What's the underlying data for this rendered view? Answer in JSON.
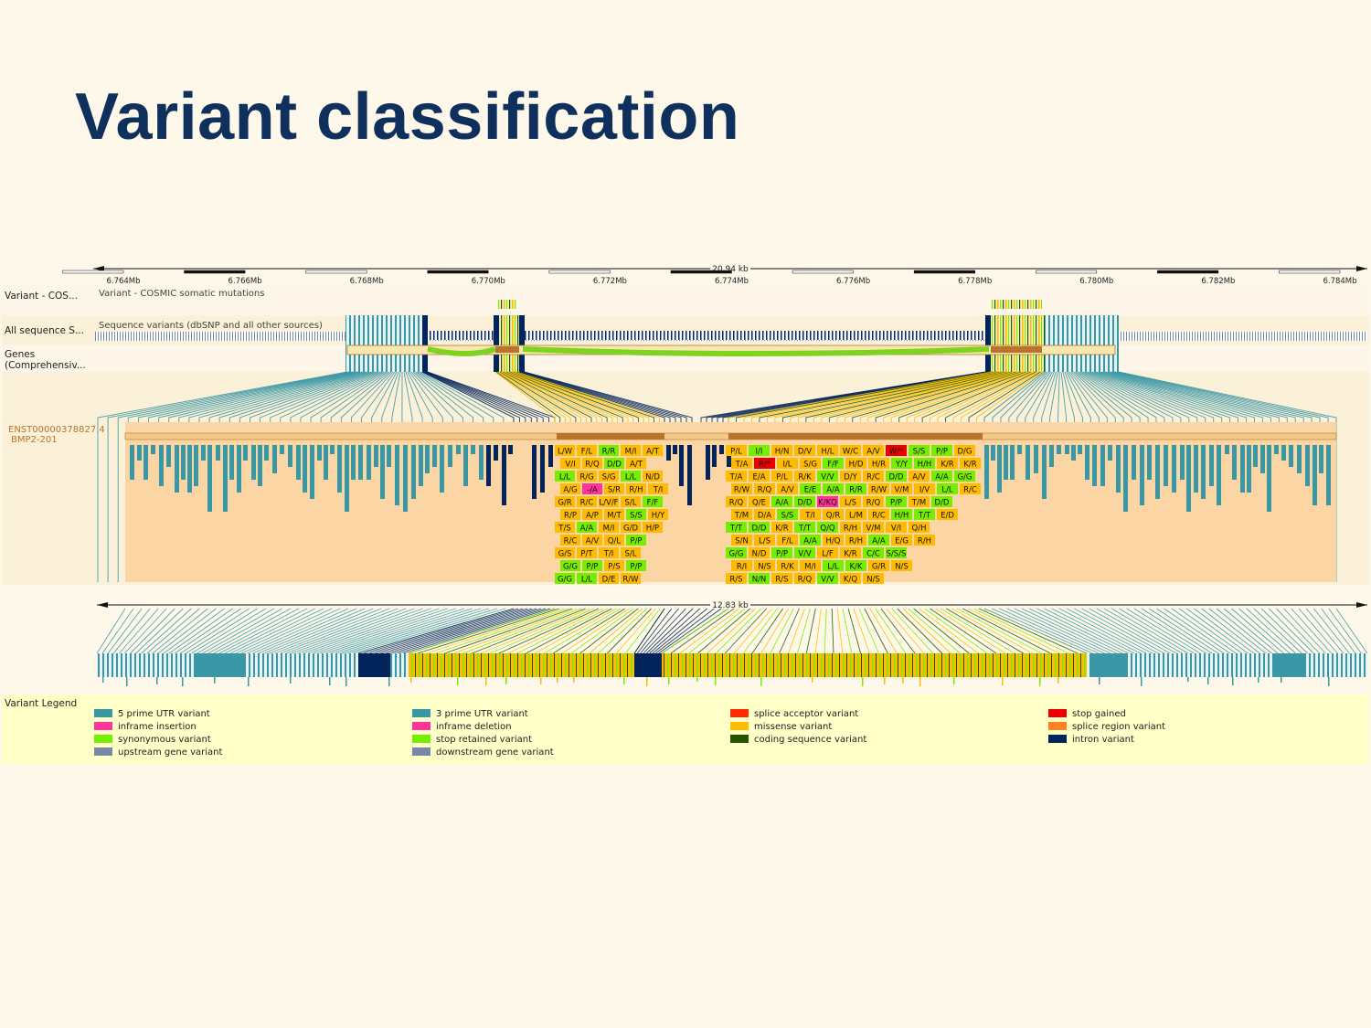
{
  "slide": {
    "title": "Variant classification"
  },
  "scale": {
    "span_label": "20.94 kb",
    "ticks": [
      "6.764Mb",
      "6.766Mb",
      "6.768Mb",
      "6.770Mb",
      "6.772Mb",
      "6.774Mb",
      "6.776Mb",
      "6.778Mb",
      "6.780Mb",
      "6.782Mb",
      "6.784Mb"
    ],
    "zoom_span_label": "12.83 kb"
  },
  "tracks": {
    "cosmic": {
      "label": "Variant - COS...",
      "caption": "Variant - COSMIC somatic mutations"
    },
    "all_variants": {
      "label": "All sequence S...",
      "caption": "Sequence variants (dbSNP and all other sources)"
    },
    "genes": {
      "label_line1": "Genes",
      "label_line2": "(Comprehensiv..."
    },
    "transcript": {
      "id": "ENST00000378827.4",
      "name": "BMP2-201"
    }
  },
  "aa_changes": {
    "exon1": [
      [
        "L/W",
        "F/L",
        "R/R",
        "M/I",
        "A/T"
      ],
      [
        "V/I",
        "R/Q",
        "D/D",
        "A/T"
      ],
      [
        "L/L",
        "R/G",
        "S/G",
        "L/L",
        "N/D"
      ],
      [
        "A/G",
        "-/A",
        "S/R",
        "R/H",
        "T/I"
      ],
      [
        "G/R",
        "R/C",
        "L/V/F",
        "S/L",
        "F/F"
      ],
      [
        "R/P",
        "A/P",
        "M/T",
        "S/S",
        "H/Y"
      ],
      [
        "T/S",
        "A/A",
        "M/I",
        "G/D",
        "H/P"
      ],
      [
        "R/C",
        "A/V",
        "Q/L",
        "P/P"
      ],
      [
        "G/S",
        "P/T",
        "T/I",
        "S/L"
      ],
      [
        "G/G",
        "P/P",
        "P/S",
        "P/P"
      ],
      [
        "G/G",
        "L/L",
        "D/E",
        "R/W"
      ]
    ],
    "exon2": [
      [
        "P/L",
        "I/I",
        "H/N",
        "D/V",
        "H/L",
        "W/C",
        "A/V",
        "W/*",
        "S/S",
        "P/P",
        "D/G"
      ],
      [
        "T/A",
        "R/*",
        "I/L",
        "S/G",
        "F/F",
        "H/D",
        "H/R",
        "Y/Y",
        "H/H",
        "K/R",
        "K/R"
      ],
      [
        "T/A",
        "E/A",
        "P/L",
        "R/K",
        "V/V",
        "D/Y",
        "R/C",
        "D/D",
        "A/V",
        "A/A",
        "G/G"
      ],
      [
        "R/W",
        "R/Q",
        "A/V",
        "E/E",
        "A/A",
        "R/R",
        "R/W",
        "V/M",
        "I/V",
        "L/L",
        "R/C"
      ],
      [
        "R/Q",
        "Q/E",
        "A/A",
        "D/D",
        "K/KQ",
        "L/S",
        "R/Q",
        "P/P",
        "T/M",
        "D/D"
      ],
      [
        "T/M",
        "D/A",
        "S/S",
        "T/I",
        "Q/R",
        "L/M",
        "R/C",
        "H/H",
        "T/T",
        "E/D"
      ],
      [
        "T/T",
        "D/D",
        "K/R",
        "T/T",
        "Q/Q",
        "R/H",
        "V/M",
        "V/I",
        "Q/H"
      ],
      [
        "S/N",
        "L/S",
        "F/L",
        "A/A",
        "H/Q",
        "R/H",
        "A/A",
        "E/G",
        "R/H"
      ],
      [
        "G/G",
        "N/D",
        "P/P",
        "V/V",
        "L/F",
        "K/R",
        "C/C",
        "S/S/S"
      ],
      [
        "R/I",
        "N/S",
        "R/K",
        "M/I",
        "L/L",
        "K/K",
        "G/R",
        "N/S"
      ],
      [
        "R/S",
        "N/N",
        "R/S",
        "R/Q",
        "V/V",
        "K/Q",
        "N/S"
      ]
    ]
  },
  "legend": {
    "title": "Variant Legend",
    "items": [
      {
        "label": "5 prime UTR variant",
        "color": "#3a97a6"
      },
      {
        "label": "3 prime UTR variant",
        "color": "#3a97a6"
      },
      {
        "label": "splice acceptor variant",
        "color": "#ff2a00"
      },
      {
        "label": "stop gained",
        "color": "#ee0000"
      },
      {
        "label": "inframe insertion",
        "color": "#ff3399"
      },
      {
        "label": "inframe deletion",
        "color": "#ff3399"
      },
      {
        "label": "missense variant",
        "color": "#ffbb00"
      },
      {
        "label": "splice region variant",
        "color": "#ff7f24"
      },
      {
        "label": "synonymous variant",
        "color": "#76ee00"
      },
      {
        "label": "stop retained variant",
        "color": "#76ee00"
      },
      {
        "label": "coding sequence variant",
        "color": "#225500"
      },
      {
        "label": "intron variant",
        "color": "#02245c"
      },
      {
        "label": "upstream gene variant",
        "color": "#7886a8"
      },
      {
        "label": "downstream gene variant",
        "color": "#7886a8"
      }
    ]
  }
}
